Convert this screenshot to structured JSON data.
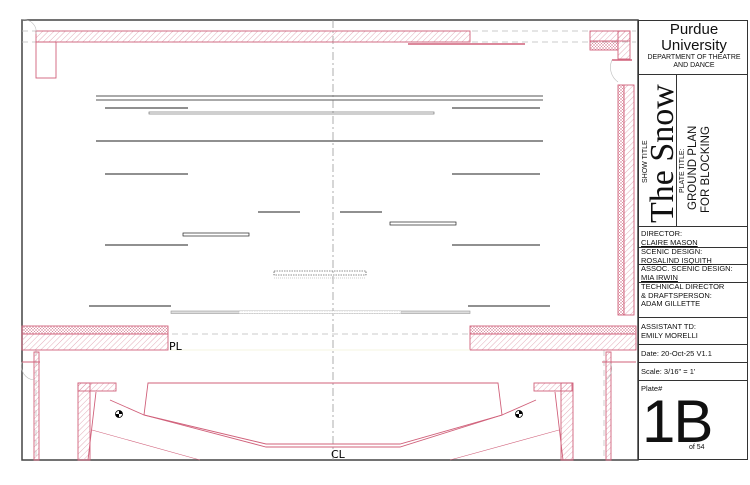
{
  "title_block": {
    "institution": "Purdue University",
    "department": "DEPARTMENT OF THEATRE AND DANCE",
    "show_title_label": "SHOW TITLE",
    "show_title": "The Snow",
    "plate_title_label": "PLATE TITLE:",
    "plate_title_line1": "GROUND PLAN",
    "plate_title_line2": "FOR BLOCKING",
    "director_label": "DIRECTOR:",
    "director": "CLAIRE MASON",
    "scenic_label": "SCENIC DESIGN:",
    "scenic": "ROSALIND ISQUITH",
    "assoc_label": "ASSOC. SCENIC DESIGN:",
    "assoc": "MIA IRWIN",
    "td_label_1": "TECHNICAL DIRECTOR",
    "td_label_2": "& DRAFTSPERSON:",
    "td": "ADAM GILLETTE",
    "asst_label": "ASSISTANT TD:",
    "asst": "EMILY MORELLI",
    "date": "Date:  20-Oct-25 V1.1",
    "scale": "Scale:  3/16\" = 1'",
    "plate_label": "Plate#",
    "plate_number": "1B",
    "plate_of": "of 54"
  },
  "drawing": {
    "plaster_line_label": "PL",
    "center_line_label": "CL",
    "colors": {
      "wall": "#d0607a",
      "line": "#222222",
      "gray": "#888888"
    }
  }
}
